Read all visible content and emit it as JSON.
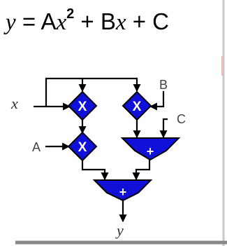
{
  "formula": {
    "lhs": "y",
    "eq": " = ",
    "coef_a": "A",
    "var_x1": "x",
    "exponent": "2",
    "plus1": " + ",
    "coef_b": "B",
    "var_x2": "x",
    "plus2": " + ",
    "coef_c": "C"
  },
  "inputs": {
    "x": "x",
    "a": "A",
    "b": "B",
    "c": "C"
  },
  "output": "y",
  "operators": {
    "mult_x_squared": "X",
    "mult_a_times_x2": "X",
    "mult_b_times_x": "X",
    "add_bx_c": "+",
    "add_final": "+"
  },
  "colors": {
    "block_fill": "#1010d8",
    "wire": "#000000",
    "bottom_border": "#888888",
    "right_border": "#c8c8c8",
    "accent_mark": "#f0b8b8"
  }
}
